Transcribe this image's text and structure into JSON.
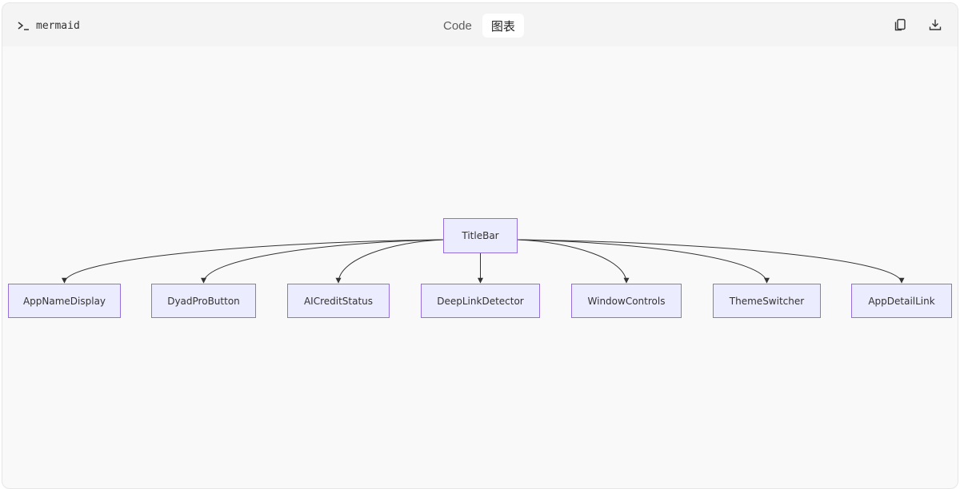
{
  "header": {
    "language": "mermaid",
    "tabs": [
      {
        "label": "Code",
        "active": false
      },
      {
        "label": "图表",
        "active": true
      }
    ],
    "icons": [
      "copy-icon",
      "download-icon"
    ]
  },
  "diagram": {
    "root": {
      "id": "TitleBar",
      "label": "TitleBar"
    },
    "children": [
      {
        "id": "AppNameDisplay",
        "label": "AppNameDisplay"
      },
      {
        "id": "DyadProButton",
        "label": "DyadProButton"
      },
      {
        "id": "AICreditStatus",
        "label": "AICreditStatus"
      },
      {
        "id": "DeepLinkDetector",
        "label": "DeepLinkDetector"
      },
      {
        "id": "WindowControls",
        "label": "WindowControls"
      },
      {
        "id": "ThemeSwitcher",
        "label": "ThemeSwitcher"
      },
      {
        "id": "AppDetailLink",
        "label": "AppDetailLink"
      }
    ],
    "node_fill": "#ececff",
    "node_stroke": "#9370db",
    "edge_color": "#333333"
  }
}
